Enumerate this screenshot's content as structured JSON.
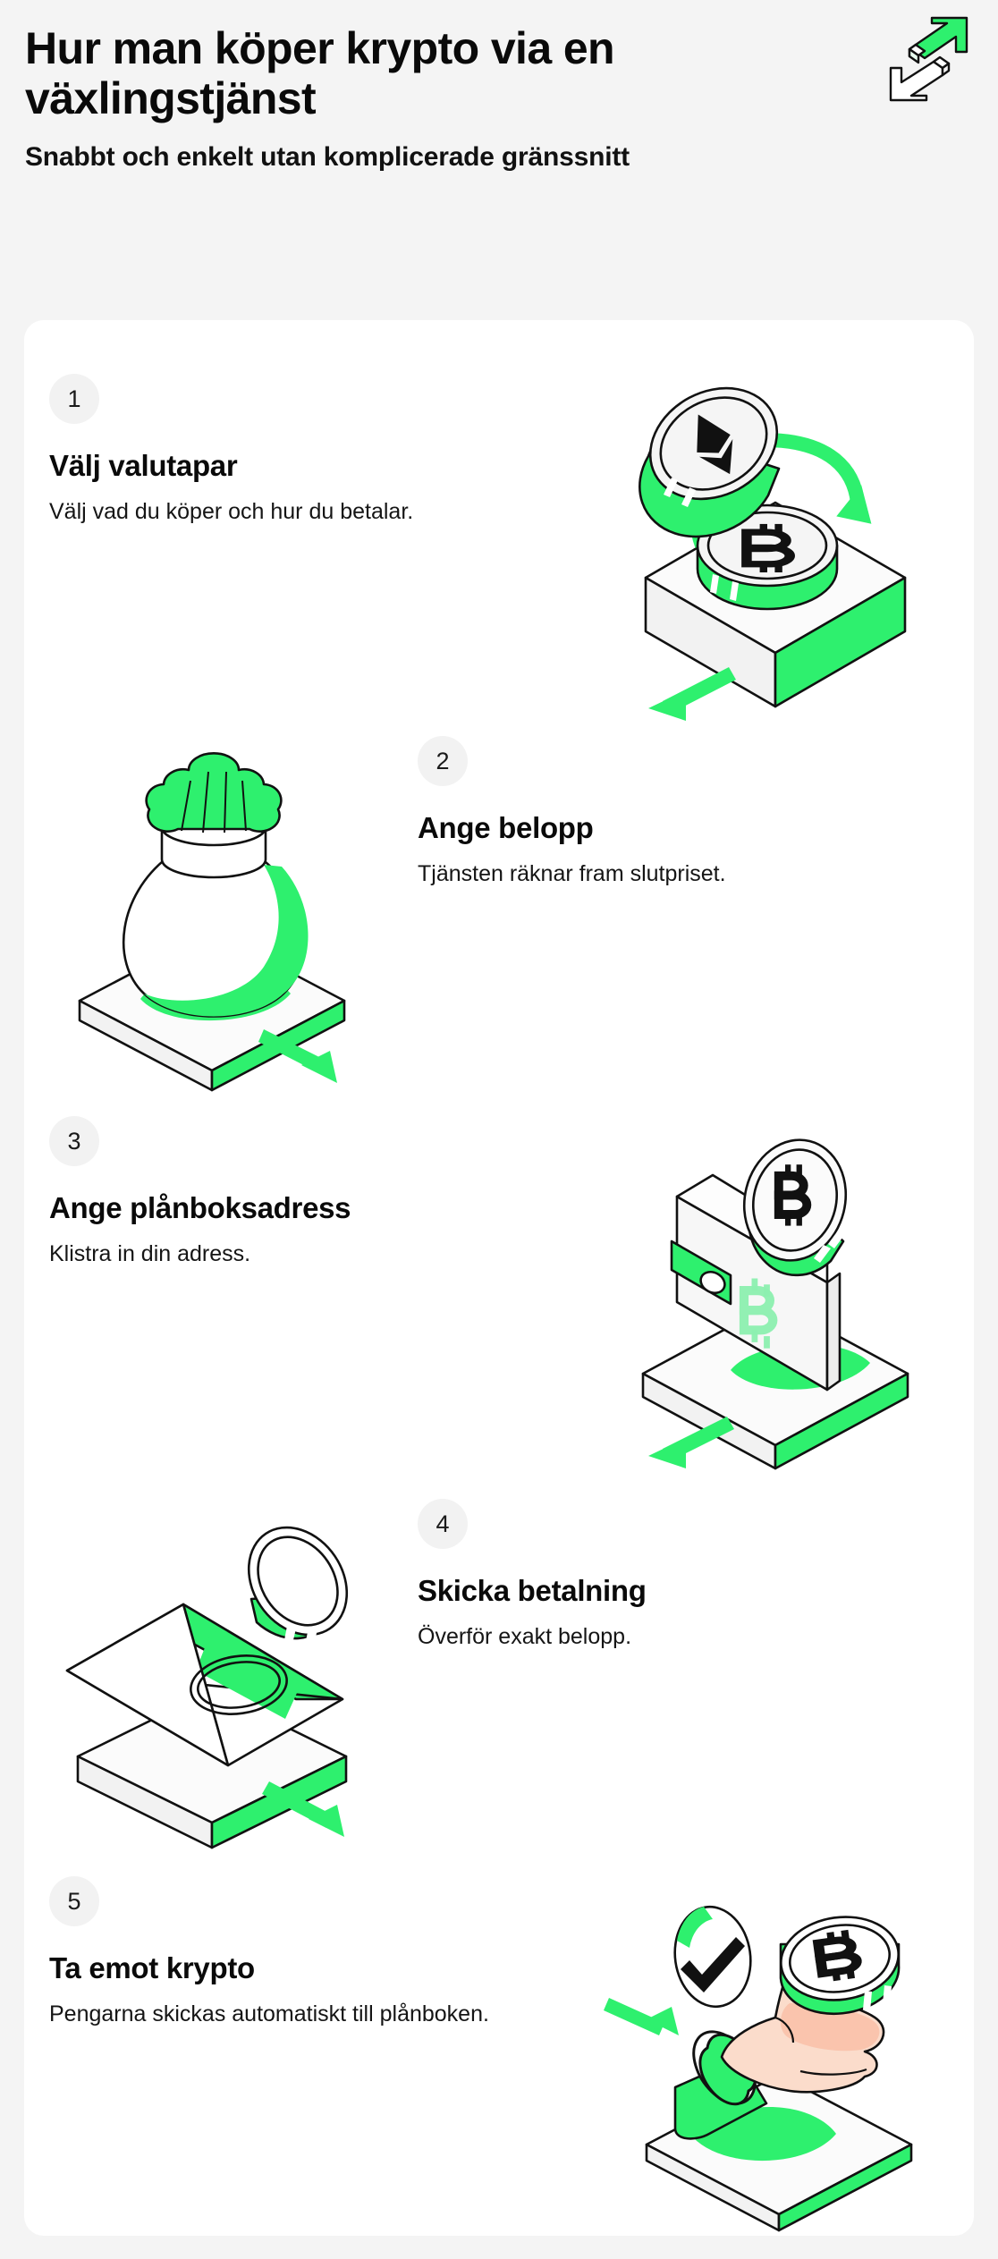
{
  "header": {
    "title": "Hur man köper krypto via en växlingstjänst",
    "subtitle": "Snabbt och enkelt utan komplicerade gränssnitt",
    "icon": "exchange-arrows-icon"
  },
  "colors": {
    "page_background": "#f4f4f4",
    "card_background": "#ffffff",
    "accent_green": "#2ef06e",
    "ink": "#0a0a0a",
    "badge_background": "#f2f2f2",
    "platform_light": "#f2f2f2",
    "skin": "#fbdccb"
  },
  "steps": [
    {
      "number": "1",
      "title": "Välj valutapar",
      "description": "Välj vad du köper och hur du betalar.",
      "art": "coin-exchange-platform-illustration",
      "side": "left"
    },
    {
      "number": "2",
      "title": "Ange belopp",
      "description": "Tjänsten räknar fram slutpriset.",
      "art": "money-bag-platform-illustration",
      "side": "right"
    },
    {
      "number": "3",
      "title": "Ange plånboksadress",
      "description": "Klistra in din adress.",
      "art": "wallet-coin-platform-illustration",
      "side": "left"
    },
    {
      "number": "4",
      "title": "Skicka betalning",
      "description": "Överför exakt belopp.",
      "art": "envelope-coin-platform-illustration",
      "side": "right"
    },
    {
      "number": "5",
      "title": "Ta emot krypto",
      "description": "Pengarna skickas automatiskt till plånboken.",
      "art": "hand-coin-check-platform-illustration",
      "side": "left"
    }
  ]
}
